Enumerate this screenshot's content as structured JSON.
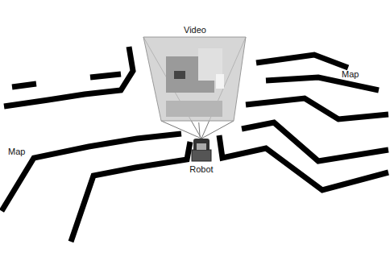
{
  "diagram": {
    "nodes": [
      {
        "text": [
          "Video"
        ]
      },
      {
        "text": [
          "Robot"
        ]
      }
    ],
    "edges": [
      {
        "from": 1,
        "to": 0,
        "arrow": "none"
      }
    ],
    "labels": [
      "Map",
      "Map"
    ]
  }
}
